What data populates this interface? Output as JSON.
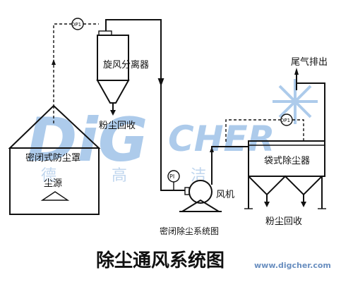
{
  "diagram": {
    "title": "除尘通风系统图",
    "subtitle": "密闭除尘系统图",
    "labels": {
      "cyclone": "旋风分离器",
      "dust_recovery_top": "粉尘回收",
      "enclosure": "密闭式防尘罩",
      "dust_source": "尘源",
      "fan": "风机",
      "bag_filter": "袋式除尘器",
      "dust_recovery_bottom": "粉尘回收",
      "exhaust": "尾气排出",
      "gauge_dp1": "DP1",
      "gauge_dp2": "DP1",
      "gauge_pi": "PI"
    }
  },
  "watermark": {
    "brand_left": "DiG",
    "brand_right": "CHER",
    "chars": [
      "德",
      "高",
      "洁"
    ],
    "url": "www.digcher.com"
  },
  "colors": {
    "line": "#111111",
    "watermark": "#9fc3e8",
    "watermark_text": "#c8dcf0",
    "url": "#6a8fc0"
  }
}
